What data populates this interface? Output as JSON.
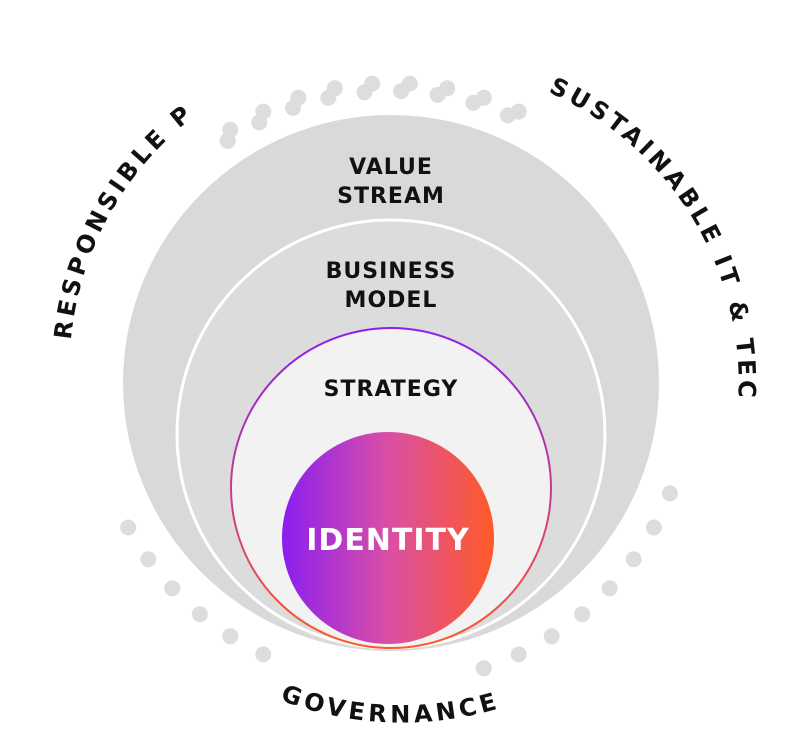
{
  "rings": {
    "value_stream": [
      "VALUE",
      "STREAM"
    ],
    "business_model": [
      "BUSINESS",
      "MODEL"
    ],
    "strategy": "STRATEGY",
    "identity": "IDENTITY"
  },
  "arc_labels": {
    "left": "RESPONSIBLE P&O",
    "right": "SUSTAINABLE IT & TECH",
    "bottom": "GOVERNANCE"
  },
  "colors": {
    "outer_ring": "#d9d9d9",
    "middle_ring": "#dcdcdc",
    "strategy_ring": "#f2f2f2",
    "dots": "#dddddd",
    "identity_gradient_start": "#8b1ef0",
    "identity_gradient_mid": "#d94fa6",
    "identity_gradient_end": "#ff5a28",
    "strategy_border_start": "#8b1ef0",
    "strategy_border_end": "#ff5a28"
  }
}
